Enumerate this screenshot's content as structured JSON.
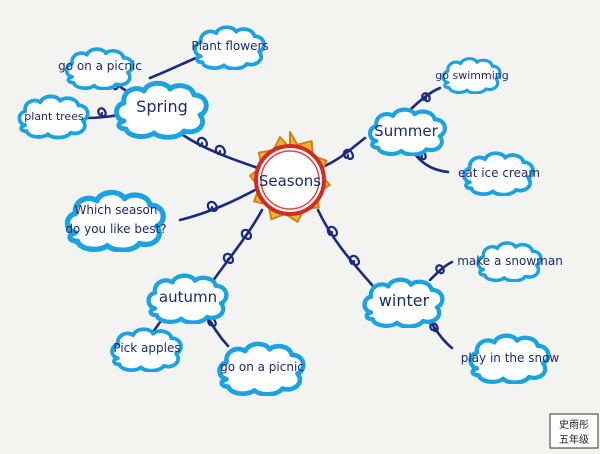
{
  "center": {
    "label": "Seasons"
  },
  "spring": {
    "label": "Spring",
    "ideas": [
      "go on a picnic",
      "Plant flowers",
      "plant trees"
    ]
  },
  "summer": {
    "label": "Summer",
    "ideas": [
      "go swimming",
      "eat ice cream"
    ]
  },
  "autumn": {
    "label": "autumn",
    "ideas": [
      "Pick apples",
      "go on a picnic"
    ]
  },
  "winter": {
    "label": "winter",
    "ideas": [
      "make a snowman",
      "play in the snow"
    ]
  },
  "question": {
    "line1": "Which season",
    "line2": "do you like best?"
  },
  "signature": {
    "name": "史雨彤",
    "grade": "五年级"
  }
}
